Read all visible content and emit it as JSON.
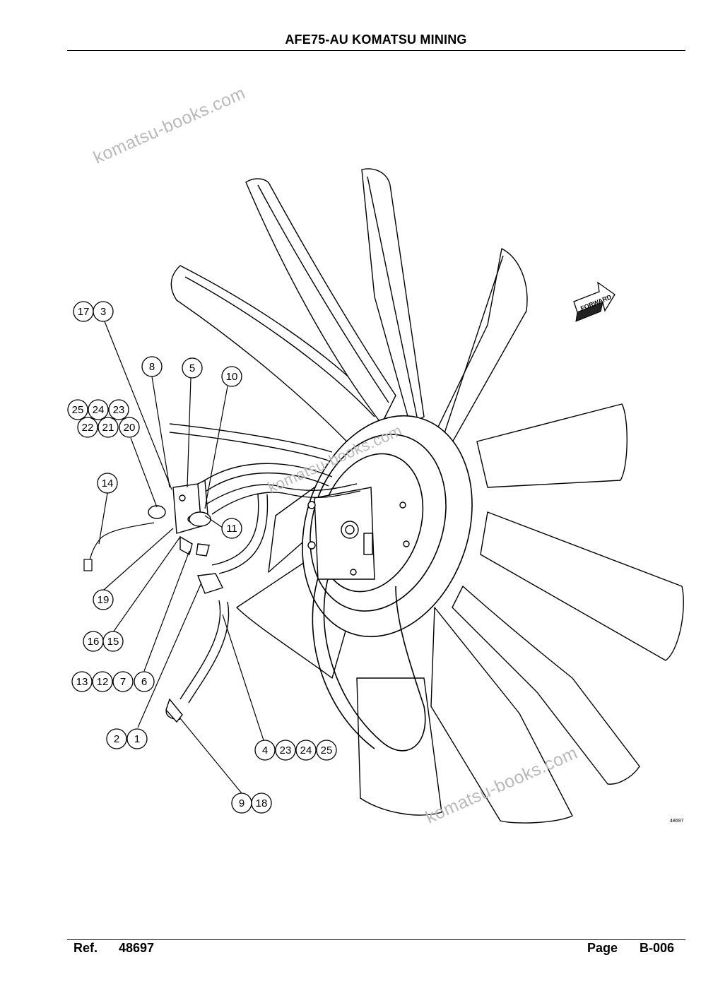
{
  "header": {
    "title": "AFE75-AU KOMATSU MINING"
  },
  "watermark": {
    "text": "komatsu-books.com"
  },
  "figure": {
    "drawing_number": "48697",
    "forward_label": "FORWARD",
    "callouts": {
      "c17": "17",
      "c3": "3",
      "c8": "8",
      "c5": "5",
      "c10": "10",
      "c25a": "25",
      "c24a": "24",
      "c23a": "23",
      "c22": "22",
      "c21": "21",
      "c20": "20",
      "c14": "14",
      "c11": "11",
      "c19": "19",
      "c16": "16",
      "c15": "15",
      "c13": "13",
      "c12": "12",
      "c7": "7",
      "c6": "6",
      "c2": "2",
      "c1": "1",
      "c4": "4",
      "c23b": "23",
      "c24b": "24",
      "c25b": "25",
      "c9": "9",
      "c18": "18"
    }
  },
  "footer": {
    "ref_label": "Ref.",
    "ref_value": "48697",
    "page_label": "Page",
    "page_value": "B-006"
  }
}
